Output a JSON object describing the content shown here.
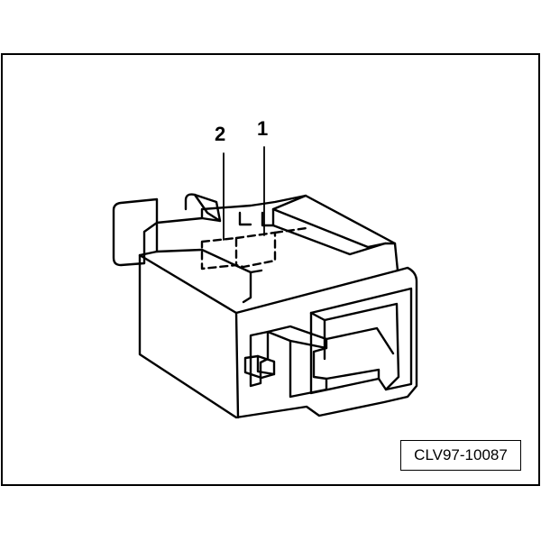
{
  "callouts": {
    "pin_1": "1",
    "pin_2": "2"
  },
  "figure_id": "CLV97-10087",
  "colors": {
    "line": "#000000",
    "background": "#ffffff"
  }
}
